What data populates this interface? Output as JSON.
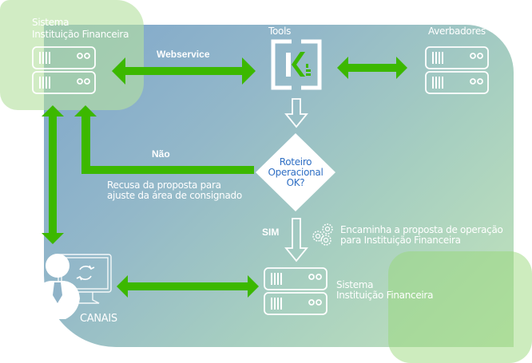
{
  "nodes": {
    "sistema_top": {
      "line1": "Sistema",
      "line2": "Instituição Financeira",
      "icon": "server-icon"
    },
    "tools": {
      "label": "Tools",
      "icon": "kt-logo-icon"
    },
    "averbadores": {
      "label": "Averbadores",
      "icon": "server-icon"
    },
    "decision": {
      "line1": "Roteiro",
      "line2": "Operacional",
      "line3": "OK?"
    },
    "sistema_bottom": {
      "line1": "Sistema",
      "line2": "Instituição Financeira",
      "icon": "server-icon"
    },
    "canais": {
      "label": "CANAIS",
      "icon": "user-monitor-icon"
    }
  },
  "edges": {
    "webservice": {
      "label": "Webservice"
    },
    "nao": {
      "label": "Não",
      "desc_line1": "Recusa da proposta para",
      "desc_line2": "ajuste da área de consignado"
    },
    "sim": {
      "label": "SIM",
      "desc_line1": "Encaminha a proposta de operação",
      "desc_line2": "para Instituição Financeira",
      "icon": "gears-icon"
    }
  },
  "colors": {
    "arrow": "#3cb800",
    "decision_text": "#2f6fc4",
    "panel_start": "#7fa6cc",
    "panel_end": "#c3e4bb"
  }
}
